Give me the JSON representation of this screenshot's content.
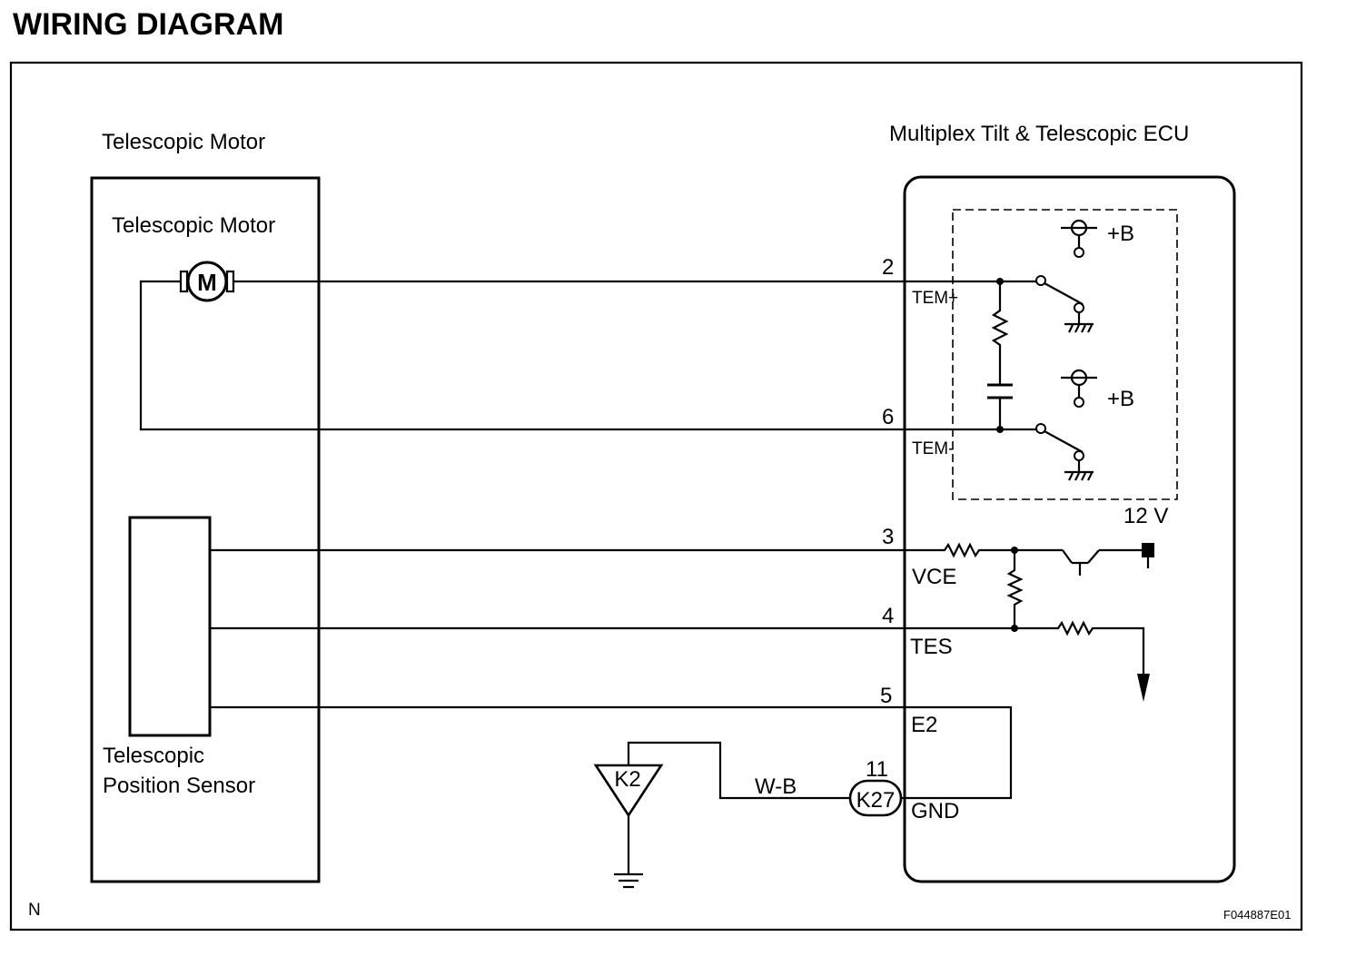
{
  "title": "WIRING DIAGRAM",
  "left_component": {
    "outer_label": "Telescopic Motor",
    "motor_label": "Telescopic Motor",
    "motor_symbol": "M",
    "sensor_label_line1": "Telescopic",
    "sensor_label_line2": "Position Sensor"
  },
  "ecu": {
    "label": "Multiplex Tilt & Telescopic ECU",
    "supply_b1": "+B",
    "supply_b2": "+B",
    "voltage": "12 V",
    "pins": [
      {
        "number": "2",
        "name": "TEM+"
      },
      {
        "number": "6",
        "name": "TEM-"
      },
      {
        "number": "3",
        "name": "VCE"
      },
      {
        "number": "4",
        "name": "TES"
      },
      {
        "number": "5",
        "name": "E2"
      },
      {
        "number": "11",
        "name": "GND"
      }
    ]
  },
  "ground": {
    "wire_color": "W-B",
    "connector": "K27",
    "ground_point": "K2"
  },
  "footer": {
    "left_mark": "N",
    "figure_id": "F044887E01"
  }
}
